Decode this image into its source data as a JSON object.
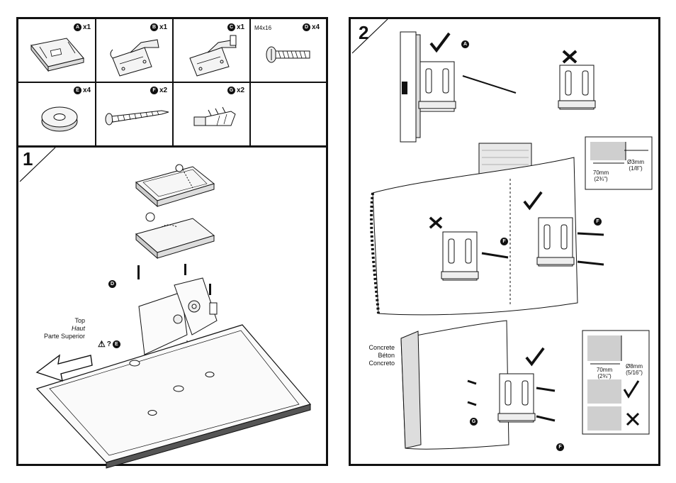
{
  "parts": [
    {
      "letter": "A",
      "qty": "x1"
    },
    {
      "letter": "B",
      "qty": "x1"
    },
    {
      "letter": "C",
      "qty": "x1"
    },
    {
      "letter": "D",
      "qty": "x4",
      "size": "M4x16"
    },
    {
      "letter": "E",
      "qty": "x4"
    },
    {
      "letter": "F",
      "qty": "x2"
    },
    {
      "letter": "G",
      "qty": "x2"
    }
  ],
  "step1": {
    "number": "1",
    "direction_labels": [
      "Top",
      "Haut",
      "Parte Superior"
    ],
    "callouts": {
      "d": "D",
      "e": "E"
    },
    "warning": "?"
  },
  "step2": {
    "number": "2",
    "callouts": {
      "a": "A",
      "f1": "F",
      "f2": "F",
      "f3": "F",
      "g": "G"
    },
    "wood_inset": {
      "depth": "70mm",
      "depth_in": "(2¾\")",
      "gap": "Ø3mm",
      "gap_in": "(1/8\")"
    },
    "concrete_labels": [
      "Concrete",
      "Béton",
      "Concreto"
    ],
    "concrete_inset": {
      "depth": "70mm",
      "depth_in": "(2¾\")",
      "hole": "Ø8mm",
      "hole_in": "(5/16\")"
    }
  }
}
